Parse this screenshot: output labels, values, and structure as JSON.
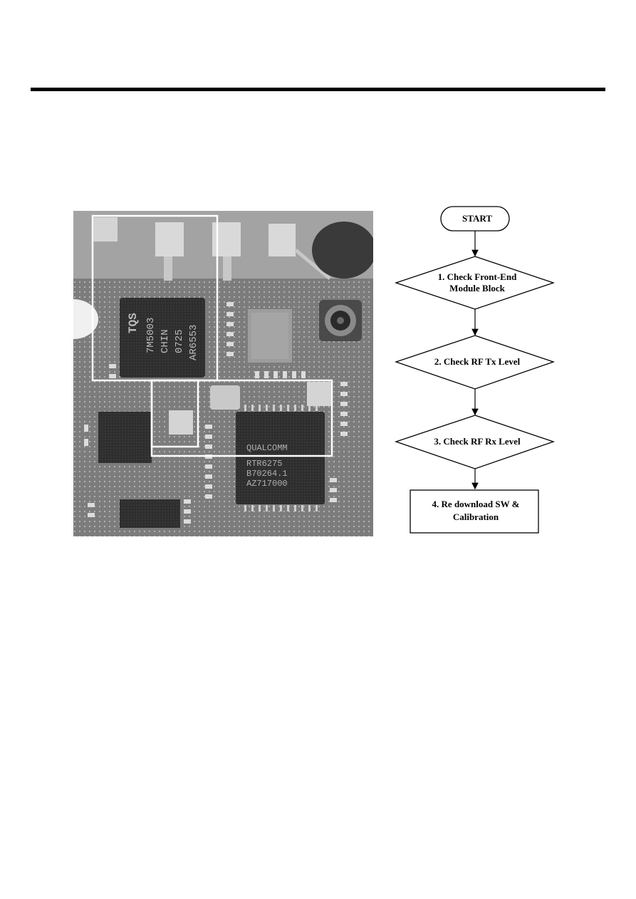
{
  "photo": {
    "chip_markings": {
      "front_end_module": [
        "TQS",
        "7M5003",
        "CHIN",
        "0725",
        "AR6553"
      ],
      "transceiver": [
        "QUALCOMM",
        "RTR6275",
        "B70264.1",
        "AZ717000"
      ]
    },
    "regions": [
      {
        "marker": "gray-square",
        "name": "front-end-module-region"
      },
      {
        "marker": "gray-square",
        "name": "rf-transceiver-region"
      },
      {
        "marker": "gray-square",
        "name": "rx-saw-region"
      }
    ]
  },
  "flowchart": {
    "start": "START",
    "steps": [
      {
        "shape": "diamond",
        "lines": [
          "1. Check Front-End",
          "Module Block"
        ]
      },
      {
        "shape": "diamond",
        "lines": [
          "2. Check RF Tx Level"
        ]
      },
      {
        "shape": "diamond",
        "lines": [
          "3. Check RF Rx Level"
        ]
      },
      {
        "shape": "rectangle",
        "lines": [
          "4. Re download SW &",
          "Calibration"
        ]
      }
    ]
  }
}
